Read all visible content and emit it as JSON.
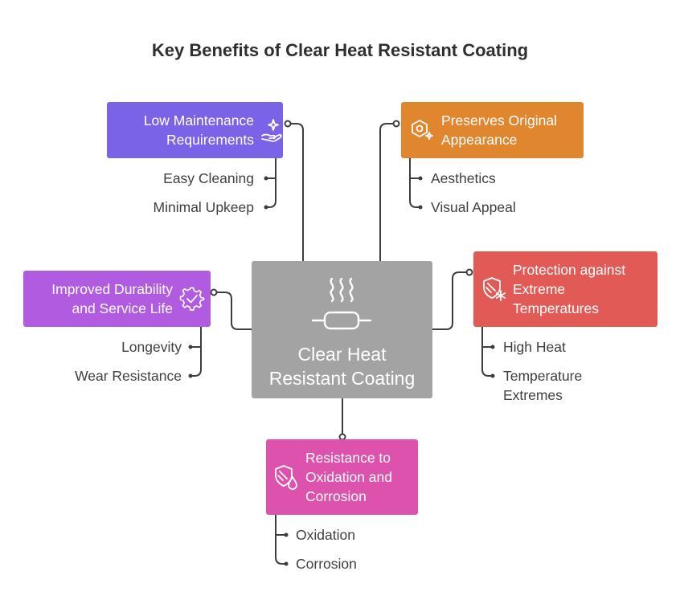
{
  "title": "Key Benefits of Clear Heat Resistant Coating",
  "center": {
    "label": "Clear Heat\nResistant Coating",
    "icon": "heating-element-icon",
    "color": "#a3a3a3"
  },
  "benefits": [
    {
      "id": "low-maintenance",
      "label": "Low Maintenance\nRequirements",
      "icon": "hand-sparkle-icon",
      "color": "#7a63e6",
      "items": [
        "Easy Cleaning",
        "Minimal Upkeep"
      ]
    },
    {
      "id": "preserves-appearance",
      "label": "Preserves Original\nAppearance",
      "icon": "hexagon-sparkle-icon",
      "color": "#e0862f",
      "items": [
        "Aesthetics",
        "Visual Appeal"
      ]
    },
    {
      "id": "durability",
      "label": "Improved Durability\nand Service Life",
      "icon": "gear-check-icon",
      "color": "#b15be0",
      "items": [
        "Longevity",
        "Wear Resistance"
      ]
    },
    {
      "id": "extreme-temperatures",
      "label": "Protection against\nExtreme\nTemperatures",
      "icon": "shield-snowflake-icon",
      "color": "#e25a55",
      "items": [
        "High Heat",
        "Temperature\nExtremes"
      ]
    },
    {
      "id": "oxidation-corrosion",
      "label": "Resistance to\nOxidation and\nCorrosion",
      "icon": "shield-drop-icon",
      "color": "#dc52ac",
      "items": [
        "Oxidation",
        "Corrosion"
      ]
    }
  ],
  "connector_color": "#3d3d3d"
}
